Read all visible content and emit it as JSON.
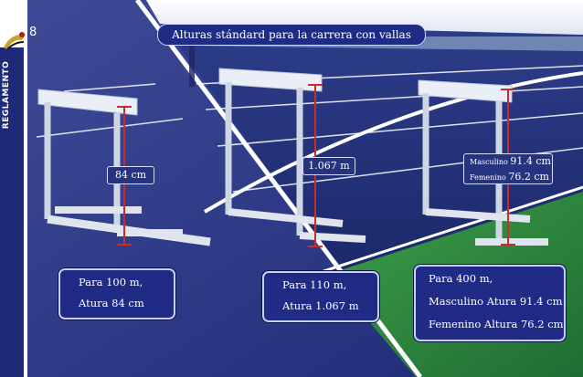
{
  "sidebar": {
    "label": "REGLAMENTO"
  },
  "page_number": "8",
  "title": "Alturas stándard para la carrera con vallas",
  "hurdle_labels": {
    "h1": "84 cm",
    "h2": "1.067 m",
    "h3_line1_prefix": "Masculino",
    "h3_line1_value": "91.4 cm",
    "h3_line2_prefix": "Femenino",
    "h3_line2_value": "76.2 cm"
  },
  "info_boxes": [
    {
      "line1": "Para 100 m,",
      "line2": "Atura 84 cm"
    },
    {
      "line1": "Para 110 m,",
      "line2": "Atura 1.067 m"
    },
    {
      "line1": "Para 400 m,",
      "line2": "Masculino Atura 91.4 cm",
      "line3": "Femenino Altura 76.2 cm"
    }
  ],
  "colors": {
    "track": "#1c2a72",
    "field": "#2f8a3f",
    "accent": "#cf2a2a",
    "frame": "#ffffff"
  }
}
